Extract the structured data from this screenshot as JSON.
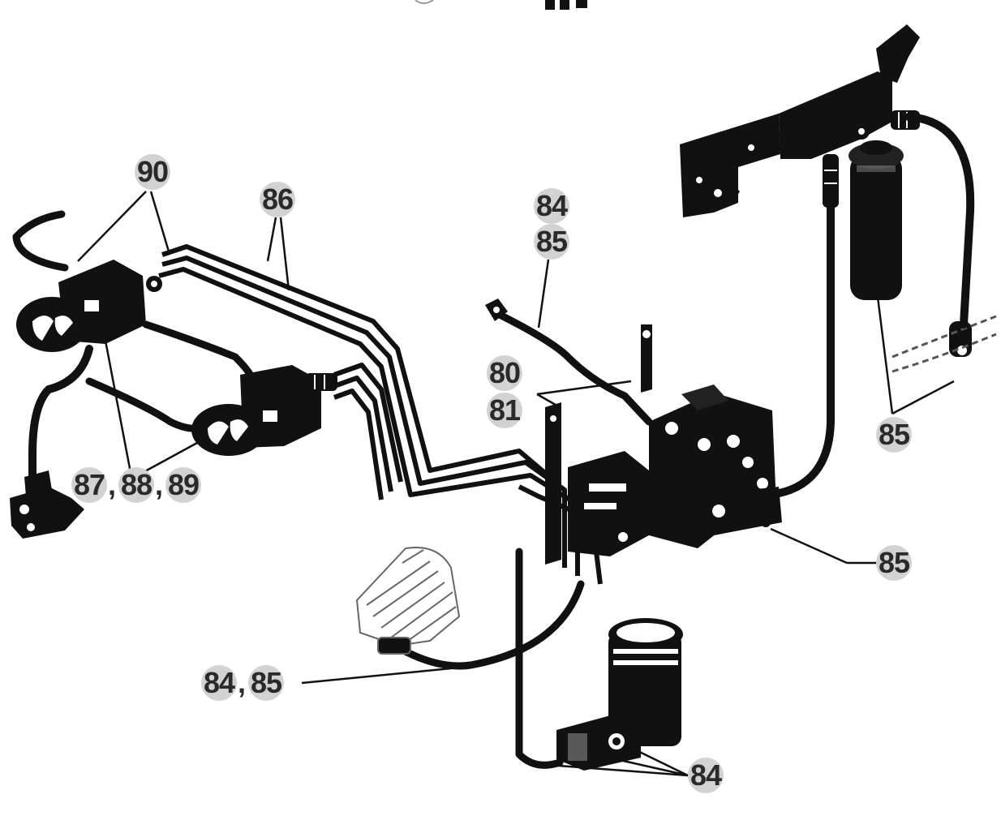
{
  "labels": {
    "l90": "90",
    "l86": "86",
    "l84a": "84",
    "l85a": "85",
    "l80": "80",
    "l81": "81",
    "l85b": "85",
    "l87": "87",
    "l88": "88",
    "l89": "89",
    "l85c": "85",
    "l84b": "84",
    "l85d": "85",
    "l84c": "84",
    "comma": ","
  },
  "colors": {
    "ink": "#111111",
    "callout_bg": "#d2d2d2",
    "text": "#2a2a2a"
  }
}
